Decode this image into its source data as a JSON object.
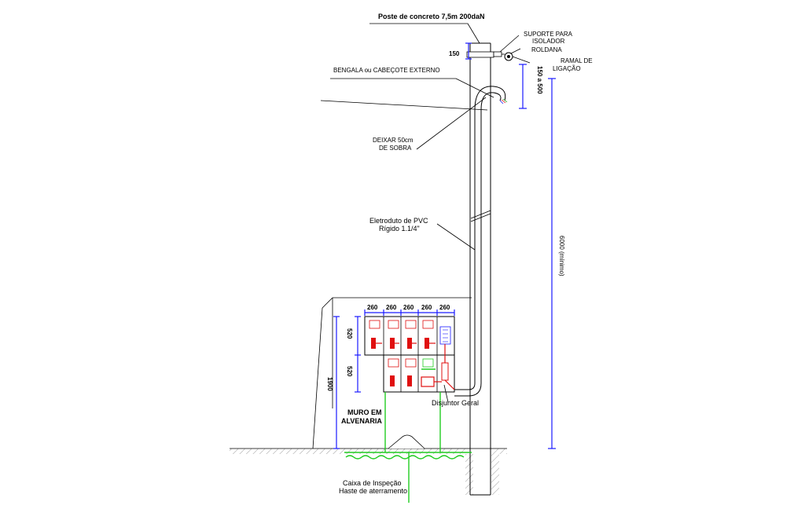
{
  "labels": {
    "pole_title": "Poste de concreto 7,5m 200daN",
    "suporte_line1": "SUPORTE PARA",
    "suporte_line2": "ISOLADOR",
    "roldana": "ROLDANA",
    "ramal_line1": "RAMAL DE",
    "ramal_line2": "LIGAÇÃO",
    "bengala": "BENGALA ou CABEÇOTE EXTERNO",
    "deixar_line1": "DEIXAR 50cm",
    "deixar_line2": "DE SOBRA",
    "eletroduto_line1": "Eletroduto de PVC",
    "eletroduto_line2": "Rígido 1.1/4\"",
    "disjuntor": "Disjuntor Geral",
    "muro_line1": "MURO EM",
    "muro_line2": "ALVENARIA",
    "caixa": "Caixa de Inspeção",
    "haste": "Haste de aterramento"
  },
  "dimensions": {
    "top_150": "150",
    "range_150_500": "150 a 500",
    "min_6000": "6000 (mínimo)",
    "width_1": "260",
    "width_2": "260",
    "width_3": "260",
    "width_4": "260",
    "width_5": "260",
    "h_520_top": "520",
    "h_520_bottom": "520",
    "h_1900": "1900"
  },
  "colors": {
    "dimension": "#1a1aff",
    "grounding": "#22cc22",
    "wiring": "#e01010",
    "line": "#000000"
  }
}
